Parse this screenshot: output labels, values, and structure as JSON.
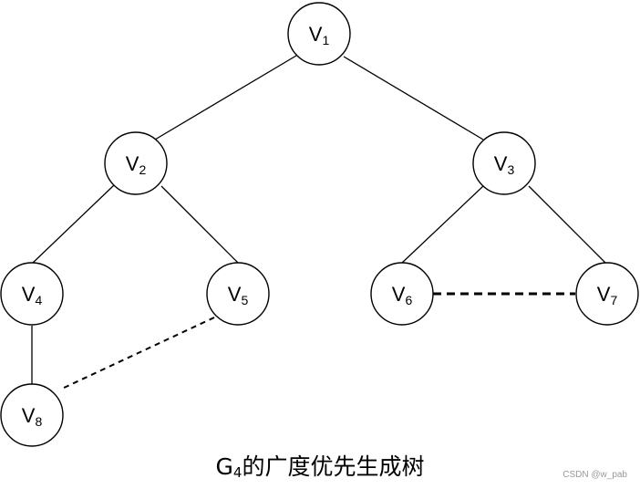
{
  "diagram": {
    "nodes": [
      {
        "id": "v1",
        "letter": "V",
        "index": "1"
      },
      {
        "id": "v2",
        "letter": "V",
        "index": "2"
      },
      {
        "id": "v3",
        "letter": "V",
        "index": "3"
      },
      {
        "id": "v4",
        "letter": "V",
        "index": "4"
      },
      {
        "id": "v5",
        "letter": "V",
        "index": "5"
      },
      {
        "id": "v6",
        "letter": "V",
        "index": "6"
      },
      {
        "id": "v7",
        "letter": "V",
        "index": "7"
      },
      {
        "id": "v8",
        "letter": "V",
        "index": "8"
      }
    ],
    "tree_edges": [
      {
        "from": "v1",
        "to": "v2"
      },
      {
        "from": "v1",
        "to": "v3"
      },
      {
        "from": "v2",
        "to": "v4"
      },
      {
        "from": "v2",
        "to": "v5"
      },
      {
        "from": "v3",
        "to": "v6"
      },
      {
        "from": "v3",
        "to": "v7"
      },
      {
        "from": "v4",
        "to": "v8"
      }
    ],
    "non_tree_edges": [
      {
        "from": "v5",
        "to": "v8"
      },
      {
        "from": "v6",
        "to": "v7"
      }
    ]
  },
  "caption": {
    "letter": "G",
    "index": "4",
    "text": "的广度优先生成树"
  },
  "watermark": "CSDN @w_pab"
}
